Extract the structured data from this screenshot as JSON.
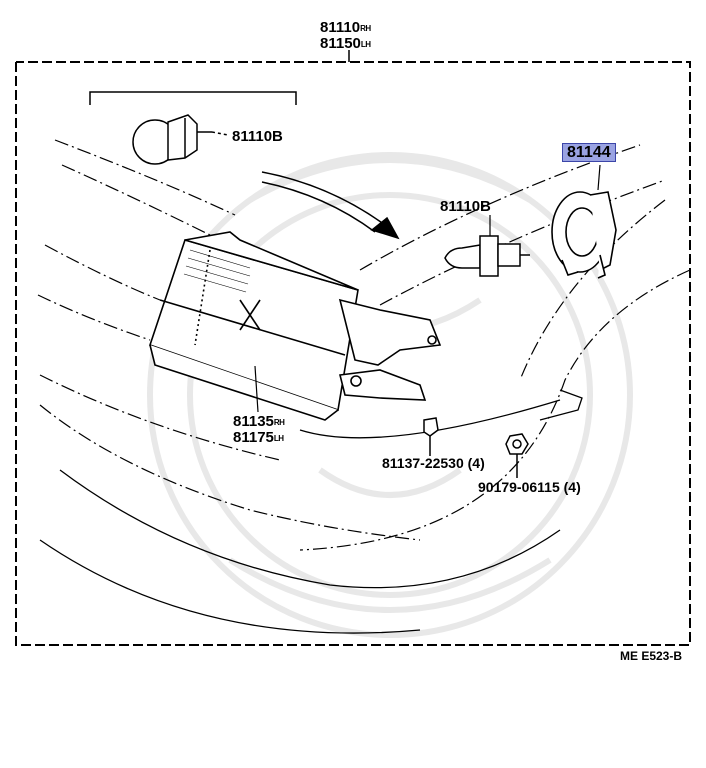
{
  "labels": {
    "p81110": "81110",
    "p81110_side": "RH",
    "p81150": "81150",
    "p81150_side": "LH",
    "bulb_top": "81110B",
    "bulb_mid": "81110B",
    "p81144": "81144",
    "p81135": "81135",
    "p81135_side": "RH",
    "p81175": "81175",
    "p81175_side": "LH",
    "p81137": "81137-22530 (4)",
    "p90179": "90179-06115 (4)",
    "code": "ME E523-B"
  },
  "colors": {
    "highlight": "#9aa3e2",
    "watermark": "#e6e6e6",
    "line": "#000000"
  },
  "icons": [
    "headlamp-assembly-icon",
    "halogen-bulb-icon",
    "bulb-socket-icon",
    "clip-icon",
    "nut-icon"
  ]
}
